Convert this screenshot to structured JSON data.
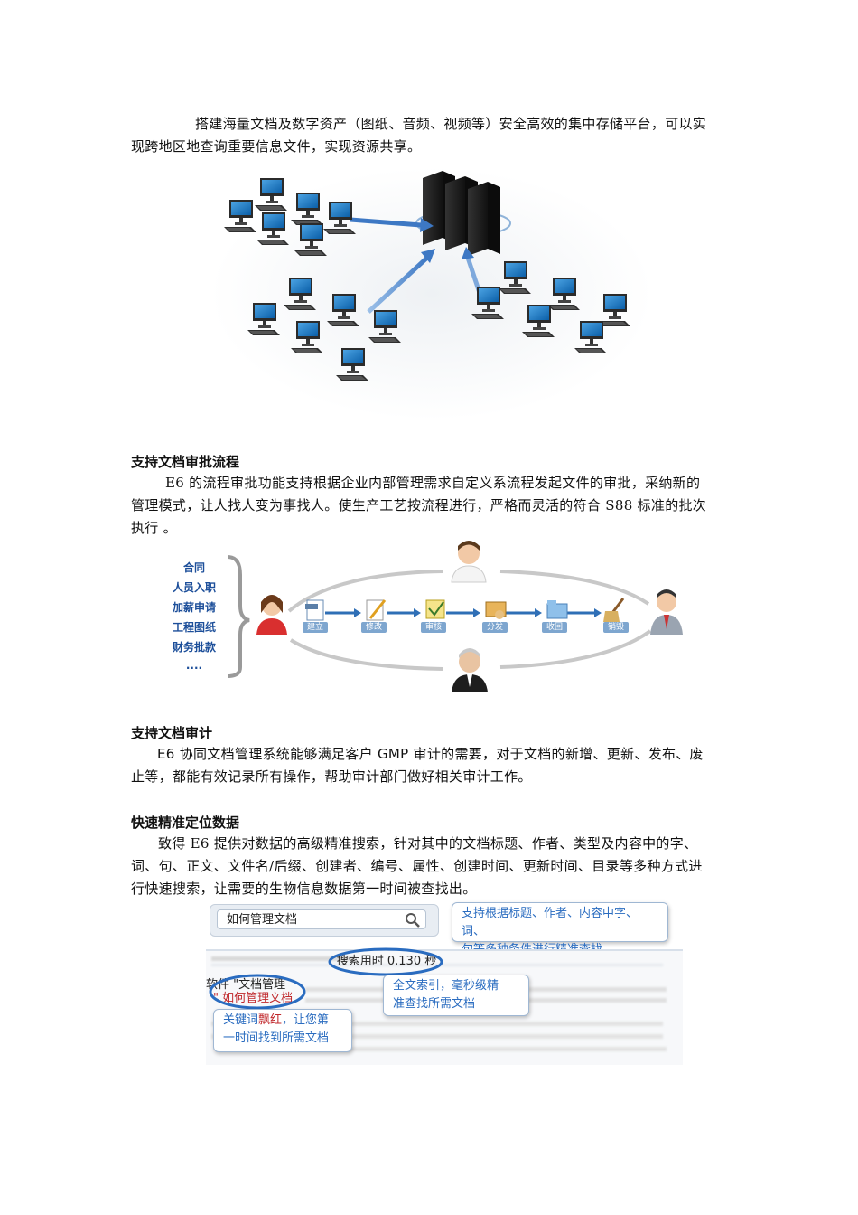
{
  "intro": {
    "line1": "搭建海量文档及数字资产（图纸、音频、视频等）安全高效的集中存储平台，可以实",
    "line2": "现跨地区地查询重要信息文件，实现资源共享。"
  },
  "section_approval": {
    "heading": "支持文档审批流程",
    "line1": "E6 的流程审批功能支持根据企业内部管理需求自定义系流程发起文件的审批，采纳新的",
    "line2": "管理模式，让人找人变为事找人。使生产工艺按流程进行，严格而灵活的符合 S88 标准的批次",
    "line3": "执行 。",
    "flow": {
      "doc_types": [
        "合同",
        "人员入职",
        "加薪申请",
        "工程图纸",
        "财务批款",
        "...."
      ],
      "steps": [
        "建立",
        "修改",
        "审核",
        "分发",
        "收回",
        "销毁"
      ]
    }
  },
  "section_audit": {
    "heading": "支持文档审计",
    "line1": "E6 协同文档管理系统能够满足客户 GMP 审计的需要，对于文档的新增、更新、发布、废",
    "line2": "止等，都能有效记录所有操作，帮助审计部门做好相关审计工作。"
  },
  "section_search": {
    "heading": "快速精准定位数据",
    "line1": "致得 E6 提供对数据的高级精准搜索，针对其中的文档标题、作者、类型及内容中的字、",
    "line2": "词、句、正文、文件名/后缀、创建者、编号、属性、创建时间、更新时间、目录等多种方式进",
    "line3": "行快速搜索，让需要的生物信息数据第一时间被查找出。",
    "screenshot": {
      "search_value": "如何管理文档",
      "callout_conditions": "支持根据标题、作者、内容中字、词、句等多种条件进行精准查找",
      "callout_conditions_l1": "支持根据标题、作者、内容中字、词、",
      "callout_conditions_l2": "句等多种条件进行精准查找",
      "time_label": "搜索用时 0.130 秒",
      "callout_index_l1": "全文索引，毫秒级精",
      "callout_index_l2": "准查找所需文档",
      "result_line1": "软件 \"文档管理",
      "result_line2": "\" 如何管理文档",
      "callout_kw_a": "关键词",
      "callout_kw_b": "飘红",
      "callout_kw_c": "，让您第",
      "callout_kw_l2": "一时间找到所需文档"
    }
  },
  "colors": {
    "accent_blue": "#2a6cc0",
    "flow_label": "#1d4f9a",
    "keyword_red": "#c0282c"
  }
}
